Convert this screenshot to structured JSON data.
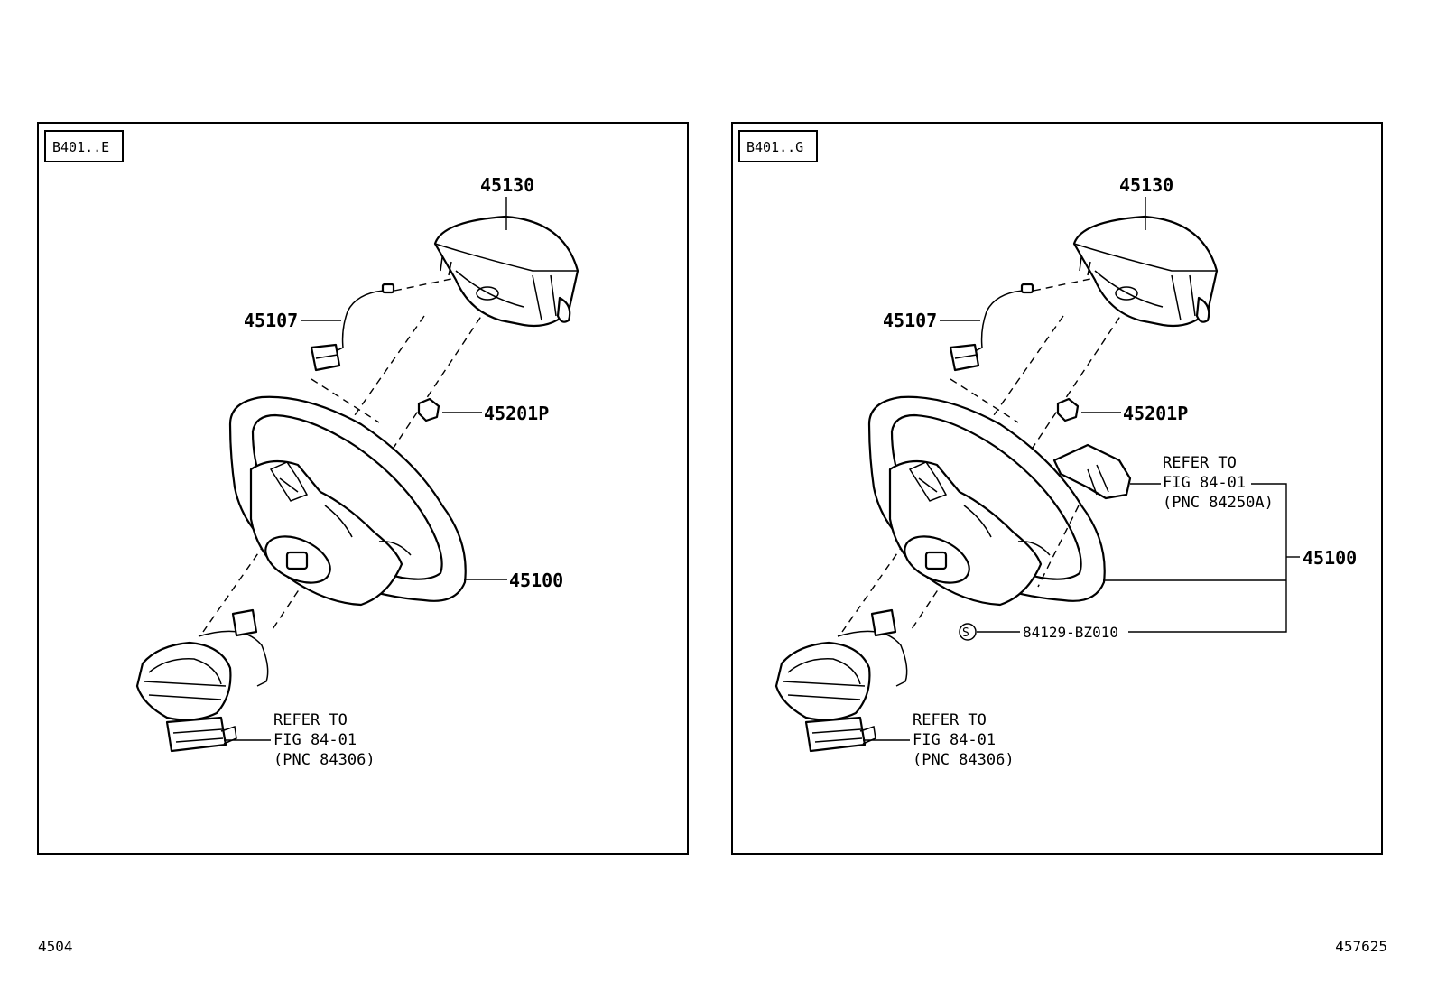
{
  "panels": [
    {
      "tag": "B401..E",
      "labels": {
        "airbag": "45130",
        "wire": "45107",
        "nut": "45201P",
        "wheel": "45100"
      },
      "refer": {
        "line1": "REFER TO",
        "line2": "FIG 84-01",
        "line3": "(PNC 84306)"
      }
    },
    {
      "tag": "B401..G",
      "labels": {
        "airbag": "45130",
        "wire": "45107",
        "nut": "45201P",
        "wheel": "45100",
        "screw": "84129-BZ010",
        "screw_symbol": "S"
      },
      "refer_switch": {
        "line1": "REFER TO",
        "line2": "FIG 84-01",
        "line3": "(PNC 84250A)"
      },
      "refer": {
        "line1": "REFER TO",
        "line2": "FIG 84-01",
        "line3": "(PNC 84306)"
      }
    }
  ],
  "footer": {
    "left": "4504",
    "right": "457625"
  }
}
